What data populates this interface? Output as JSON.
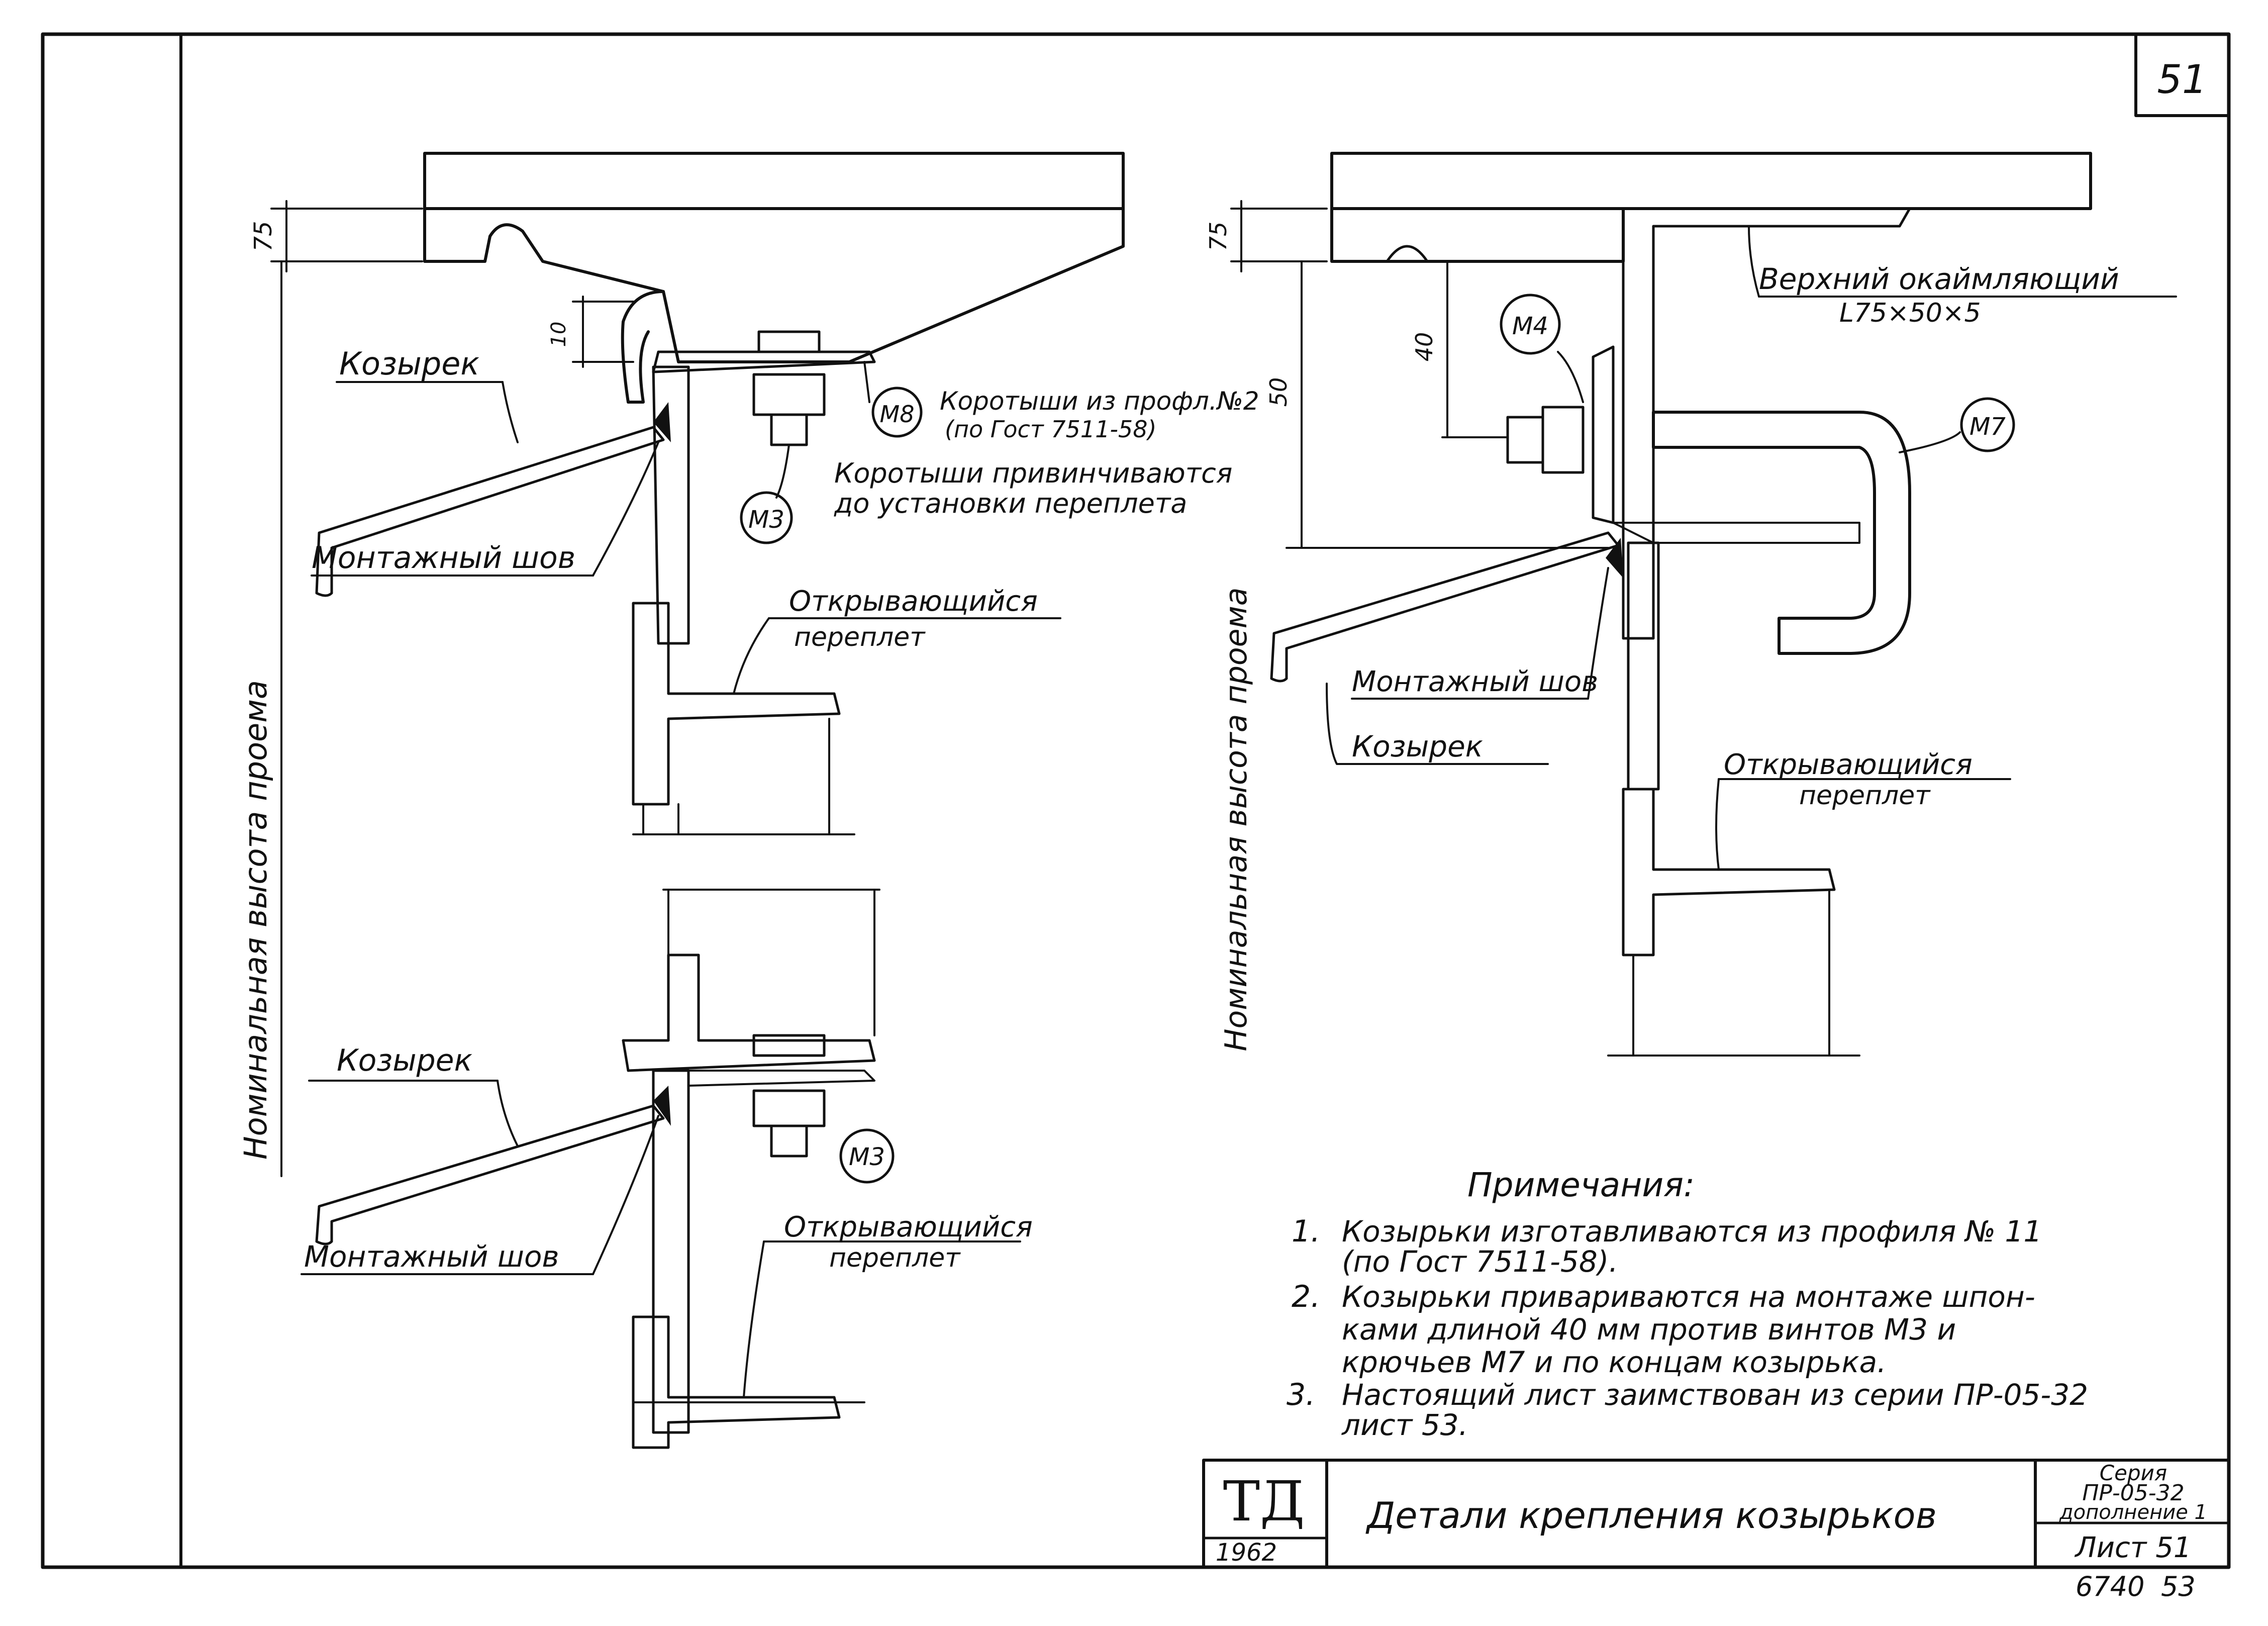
{
  "sheet": {
    "page_number": "51",
    "stamp": "ТД",
    "year": "1962",
    "title": "Детали крепления козырьков",
    "series_label": "Серия",
    "series_value": "ПР-05-32",
    "supplement": "дополнение 1",
    "sheet_label": "Лист 51",
    "inventory_number": "6740",
    "inventory_page": "53"
  },
  "left_top_detail": {
    "dim_75": "75",
    "dim_10": "10",
    "label_kozyrek": "Козырек",
    "label_weld": "Монтажный шов",
    "label_sash_1": "Открывающийся",
    "label_sash_2": "переплет",
    "mark_m8": "М8",
    "mark_m3": "М3",
    "note_m8_1": "Коротыши из профл.№2",
    "note_m8_2": "(по Гост 7511-58)",
    "note_m8_3": "Коротыши привинчиваются",
    "note_m8_4": "до установки переплета",
    "vertical_label": "Номинальная высота проема"
  },
  "left_bottom_detail": {
    "label_kozyrek": "Козырек",
    "label_weld": "Монтажный шов",
    "label_sash_1": "Открывающийся",
    "label_sash_2": "переплет",
    "mark_m3": "М3"
  },
  "right_detail": {
    "dim_75": "75",
    "dim_40": "40",
    "dim_50": "50",
    "mark_m4": "М4",
    "mark_m7": "М7",
    "label_top_1": "Верхний окаймляющий",
    "label_top_2": "L75×50×5",
    "label_weld": "Монтажный шов",
    "label_kozyrek": "Козырек",
    "label_sash_1": "Открывающийся",
    "label_sash_2": "переплет",
    "vertical_label": "Номинальная высота проема"
  },
  "notes": {
    "heading": "Примечания:",
    "n1_num": "1.",
    "n1_l1": "Козырьки изготавливаются из профиля № 11",
    "n1_l2": "(по Гост 7511-58).",
    "n2_num": "2.",
    "n2_l1": "Козырьки привариваются на монтаже шпон-",
    "n2_l2": "ками длиной 40 мм против винтов М3 и",
    "n2_l3": "крючьев М7 и по концам козырька.",
    "n3_num": "3.",
    "n3_l1": "Настоящий лист заимствован из серии ПР-05-32",
    "n3_l2": "лист 53."
  }
}
